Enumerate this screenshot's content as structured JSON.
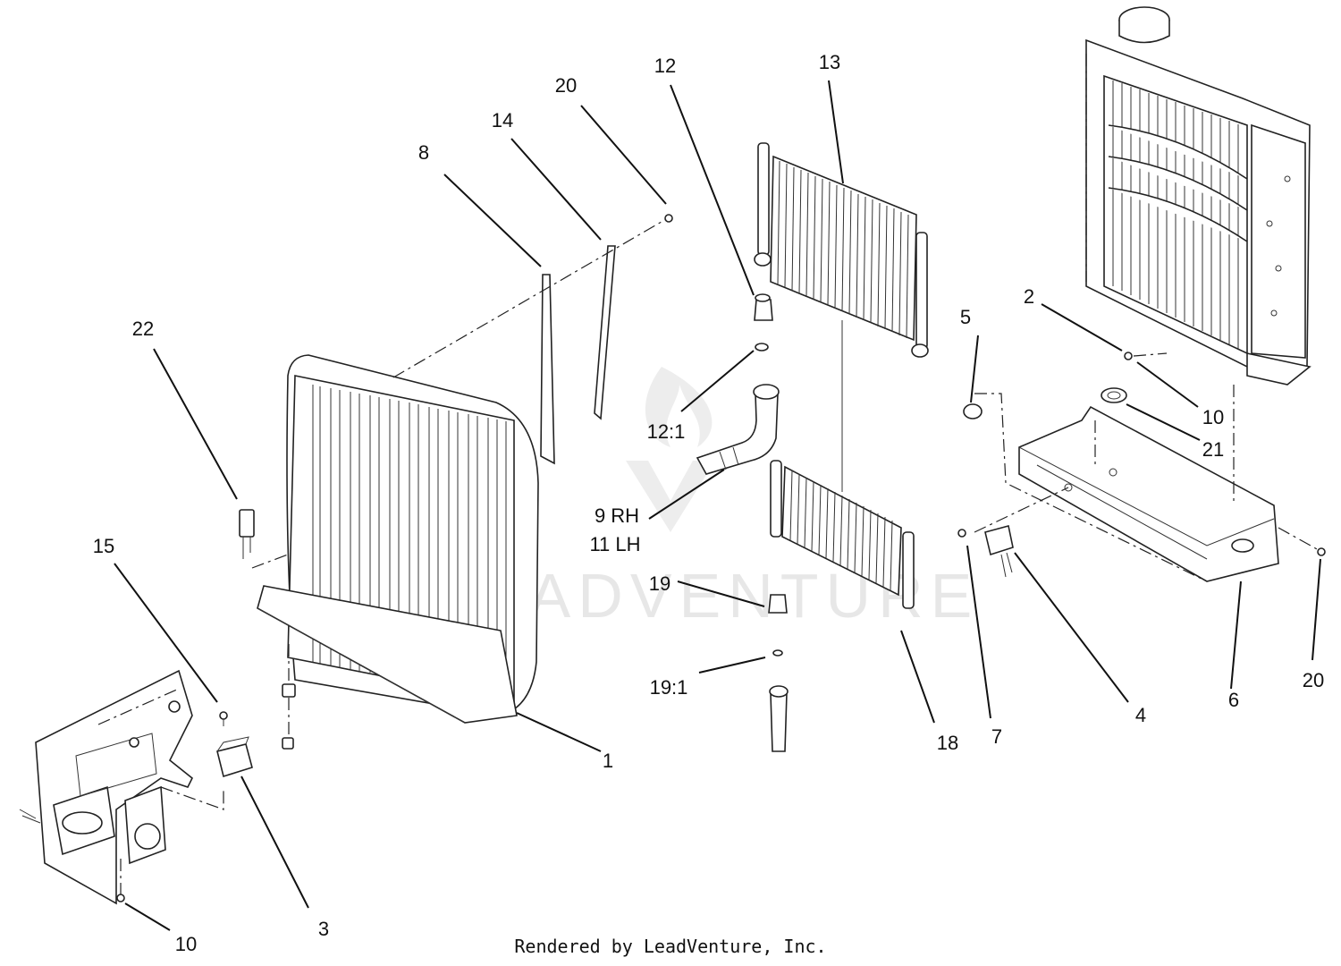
{
  "callouts": [
    {
      "id": "22",
      "text": "22"
    },
    {
      "id": "8",
      "text": "8"
    },
    {
      "id": "14",
      "text": "14"
    },
    {
      "id": "20a",
      "text": "20"
    },
    {
      "id": "12",
      "text": "12"
    },
    {
      "id": "13",
      "text": "13"
    },
    {
      "id": "12_1",
      "text": "12:1"
    },
    {
      "id": "9rh",
      "text": "9 RH"
    },
    {
      "id": "11lh",
      "text": "11 LH"
    },
    {
      "id": "15",
      "text": "15"
    },
    {
      "id": "1",
      "text": "1"
    },
    {
      "id": "3",
      "text": "3"
    },
    {
      "id": "10a",
      "text": "10"
    },
    {
      "id": "19",
      "text": "19"
    },
    {
      "id": "19_1",
      "text": "19:1"
    },
    {
      "id": "18",
      "text": "18"
    },
    {
      "id": "5",
      "text": "5"
    },
    {
      "id": "2",
      "text": "2"
    },
    {
      "id": "10b",
      "text": "10"
    },
    {
      "id": "21",
      "text": "21"
    },
    {
      "id": "7",
      "text": "7"
    },
    {
      "id": "4",
      "text": "4"
    },
    {
      "id": "6",
      "text": "6"
    },
    {
      "id": "20b",
      "text": "20"
    }
  ],
  "credit": "Rendered by LeadVenture, Inc.",
  "watermark": "LEADVENTURE",
  "colors": {
    "ink": "#111111",
    "background": "#ffffff",
    "watermark": "#bdbdbd"
  }
}
